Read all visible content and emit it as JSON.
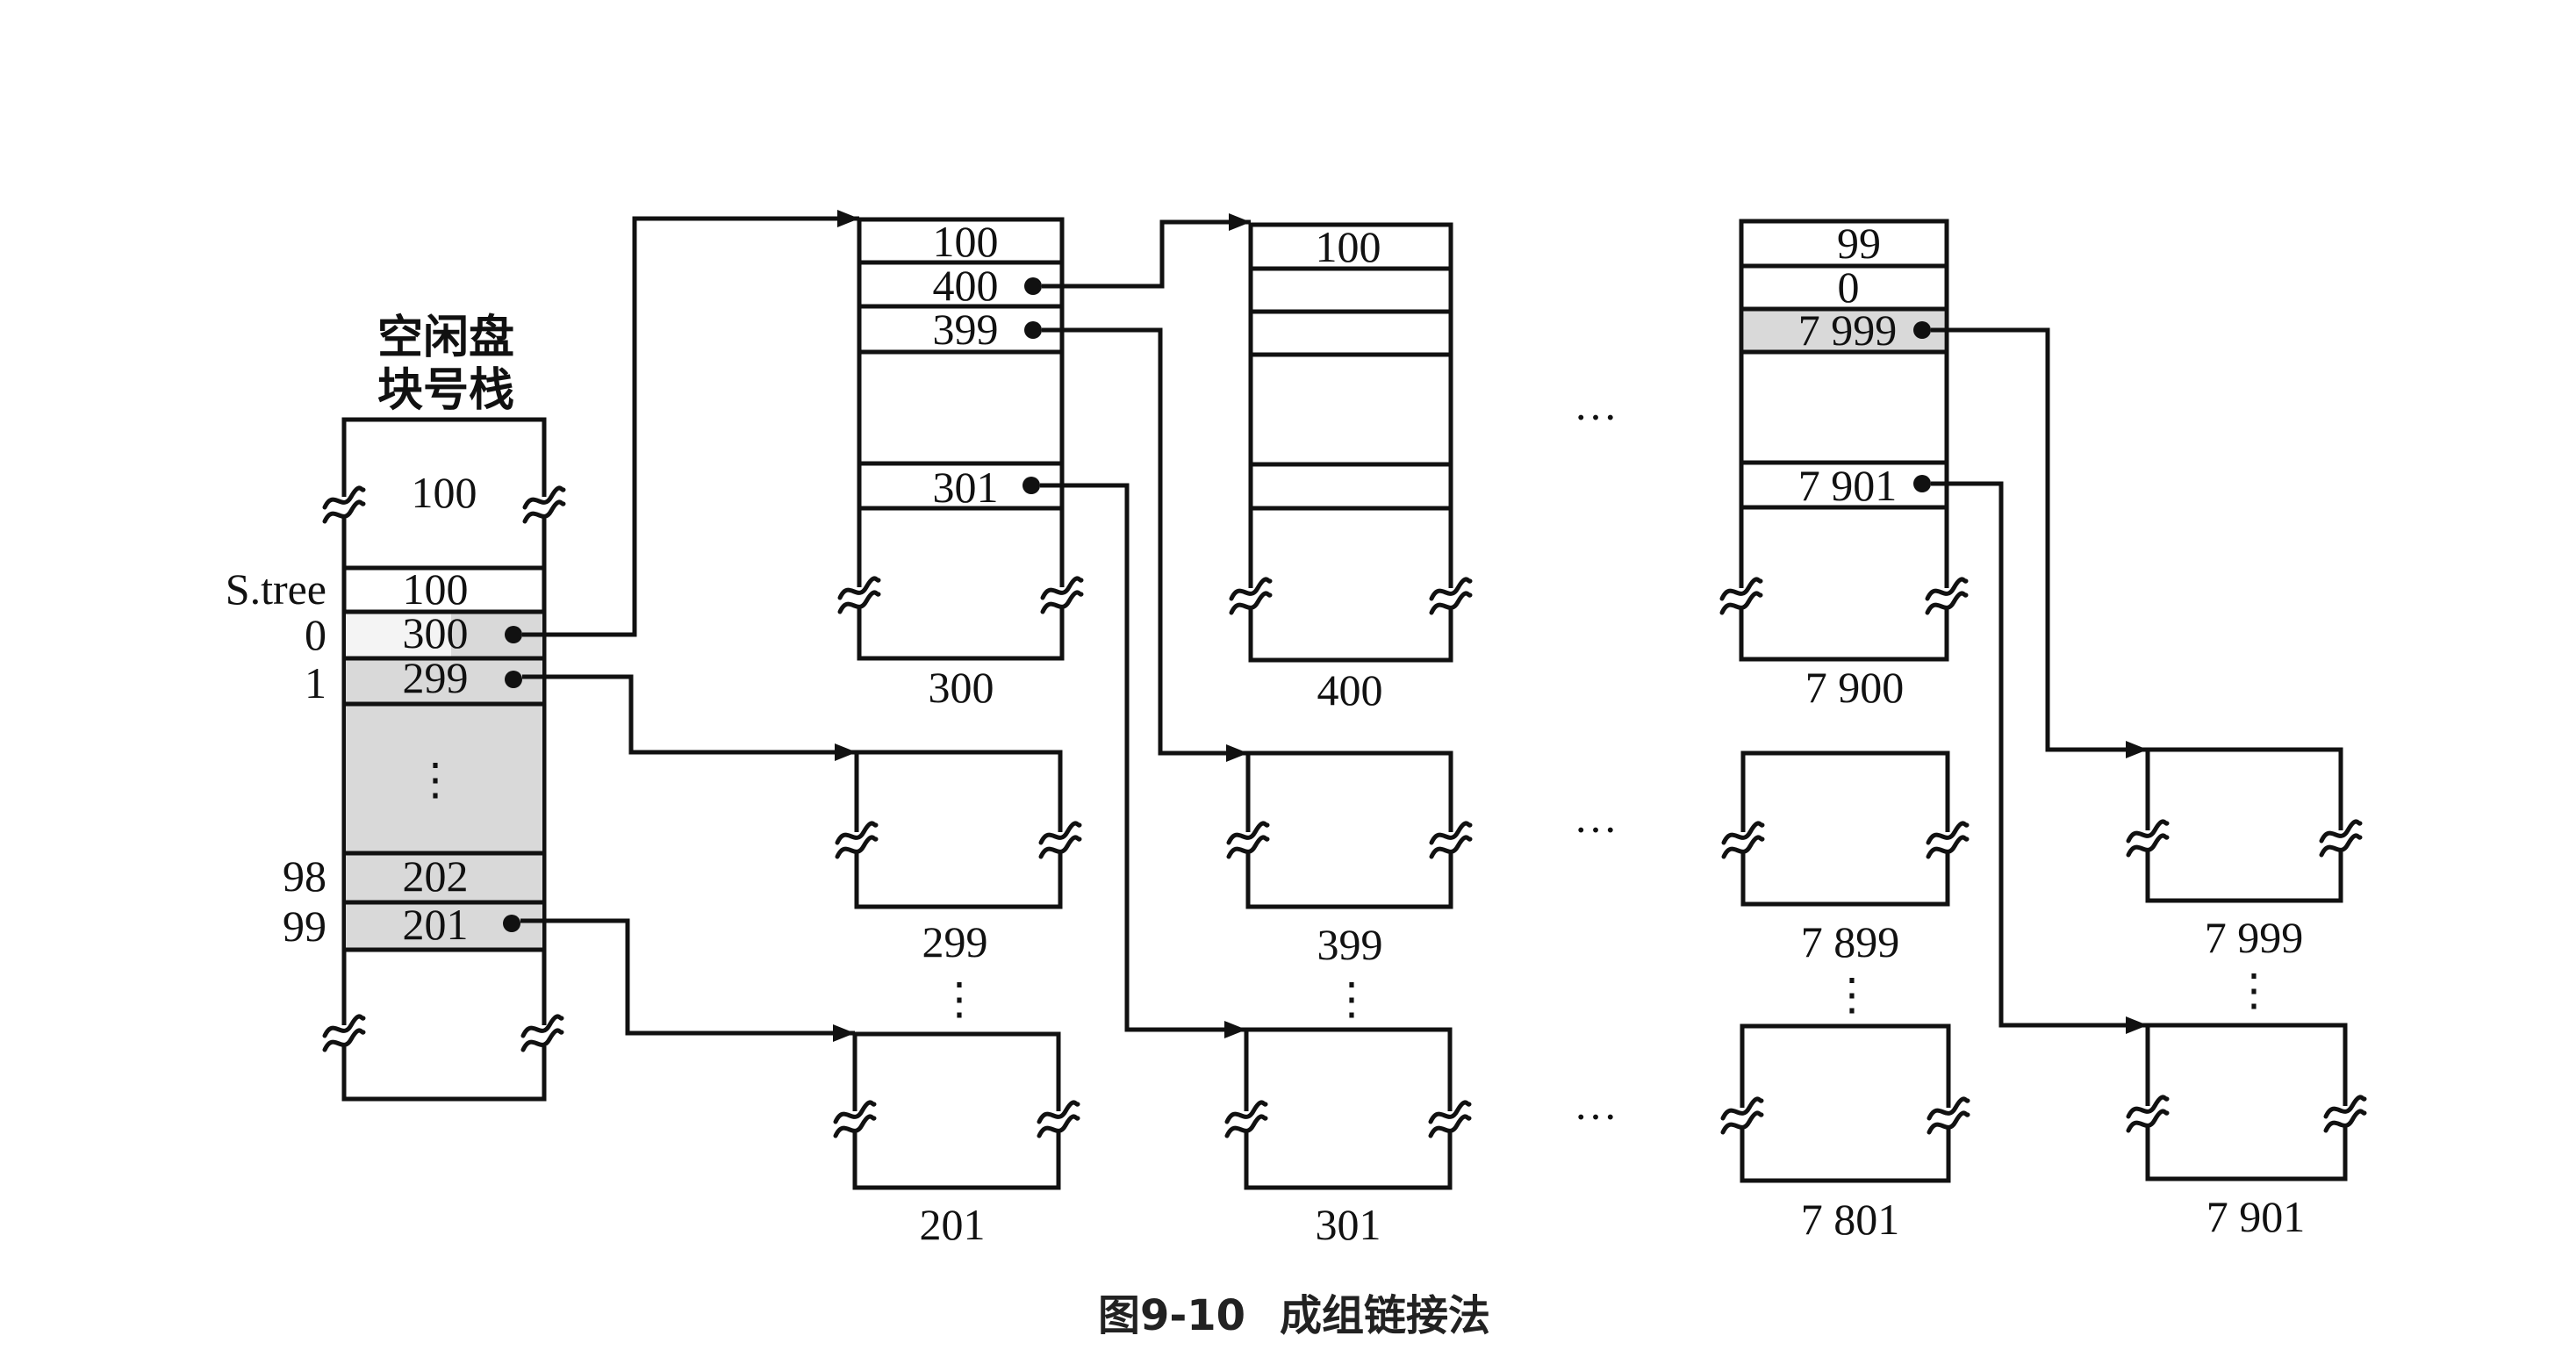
{
  "caption": {
    "figure_number": "图9-10",
    "title": "成组链接法"
  },
  "stack": {
    "title_line1": "空闲盘",
    "title_line2": "块号栈",
    "top_value": "100",
    "rows": [
      {
        "index": "S.tree",
        "value": "100",
        "pointer": false,
        "shaded": false
      },
      {
        "index": "0",
        "value": "300",
        "pointer": true,
        "shaded": true
      },
      {
        "index": "1",
        "value": "299",
        "pointer": true,
        "shaded": true
      },
      {
        "index": "",
        "value": "⋮",
        "pointer": false,
        "shaded": true
      },
      {
        "index": "98",
        "value": "202",
        "pointer": false,
        "shaded": true
      },
      {
        "index": "99",
        "value": "201",
        "pointer": true,
        "shaded": true
      }
    ]
  },
  "group_blocks": [
    {
      "id": "300",
      "label": "300",
      "rows": [
        "100",
        "400",
        "399",
        "",
        "301"
      ],
      "pointers": [
        false,
        true,
        true,
        false,
        true
      ],
      "shaded": [
        false,
        false,
        false,
        false,
        false
      ]
    },
    {
      "id": "400",
      "label": "400",
      "rows": [
        "100",
        "",
        "",
        "",
        ""
      ],
      "pointers": [
        false,
        false,
        false,
        false,
        false
      ],
      "shaded": [
        false,
        false,
        false,
        false,
        false
      ]
    },
    {
      "id": "7900",
      "label": "7 900",
      "rows": [
        "99",
        "0",
        "7 999",
        "",
        "7 901"
      ],
      "pointers": [
        false,
        false,
        true,
        false,
        true
      ],
      "shaded": [
        false,
        false,
        true,
        false,
        false
      ]
    }
  ],
  "data_blocks": [
    {
      "id": "299",
      "label": "299"
    },
    {
      "id": "201",
      "label": "201"
    },
    {
      "id": "399",
      "label": "399"
    },
    {
      "id": "301",
      "label": "301"
    },
    {
      "id": "7899",
      "label": "7 899"
    },
    {
      "id": "7801",
      "label": "7 801"
    },
    {
      "id": "7999",
      "label": "7 999"
    },
    {
      "id": "7901",
      "label": "7 901"
    }
  ],
  "links": [
    {
      "from": "stack:300",
      "to": "group:300"
    },
    {
      "from": "stack:299",
      "to": "block:299"
    },
    {
      "from": "stack:201",
      "to": "block:201"
    },
    {
      "from": "group300:400",
      "to": "group:400"
    },
    {
      "from": "group300:399",
      "to": "block:399"
    },
    {
      "from": "group300:301",
      "to": "block:301"
    },
    {
      "from": "group7900:7999",
      "to": "block:7999"
    },
    {
      "from": "group7900:7901",
      "to": "block:7901"
    }
  ],
  "ellipsis": {
    "horizontal": "…",
    "vertical": "⋮"
  }
}
